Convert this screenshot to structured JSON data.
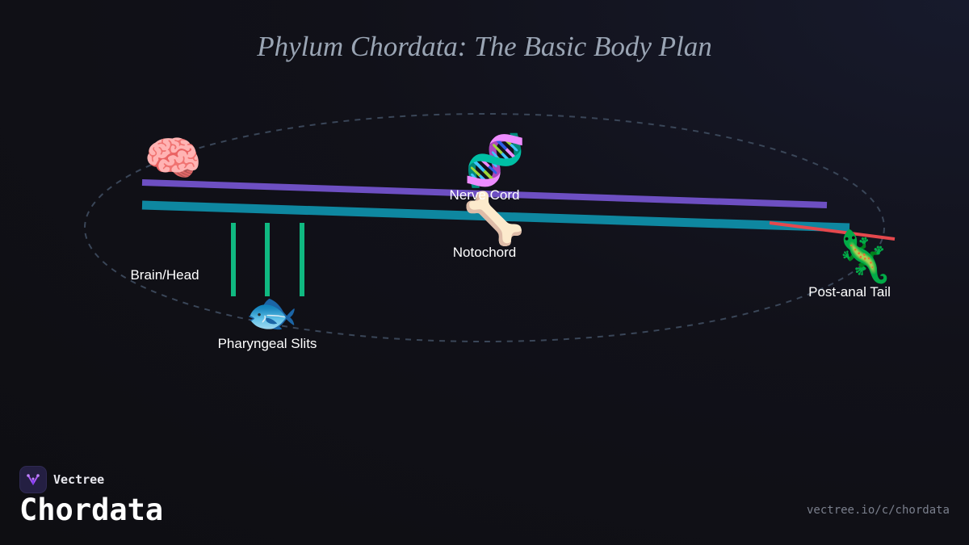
{
  "title": "Phylum Chordata: The Basic Body Plan",
  "labels": {
    "brain": "Brain/Head",
    "nerve_cord": "Nerve Cord",
    "notochord": "Notochord",
    "pharyngeal_slits": "Pharyngeal Slits",
    "post_anal_tail": "Post-anal Tail"
  },
  "icons": {
    "brain": "🧠",
    "dna": "🧬",
    "bone": "🦴",
    "fish": "🐟",
    "lizard": "🦎"
  },
  "colors": {
    "nerve_cord": "#6d4fc2",
    "notochord": "#0e87a0",
    "pharyngeal_slits": "#10b981",
    "tail": "#e5484d",
    "outline": "#3a4658"
  },
  "brand": {
    "name": "Vectree",
    "topic": "Chordata",
    "url": "vectree.io/c/chordata"
  }
}
